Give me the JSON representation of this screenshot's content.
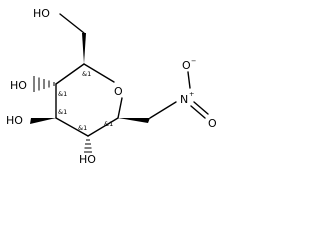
{
  "structure": {
    "atoms": {
      "ho_top": "HO",
      "ho_c4": "HO",
      "ho_c3": "HO",
      "ho_c2": "HO",
      "ring_o": "O",
      "nitro_n": "N",
      "nitro_o_minus": "O",
      "nitro_o_double": "O",
      "nitro_plus": "+",
      "nitro_minus": "−"
    },
    "stereo_labels": {
      "c5": "&1",
      "c4": "&1",
      "c3": "&1",
      "c2": "&1",
      "c1": "&1"
    }
  }
}
